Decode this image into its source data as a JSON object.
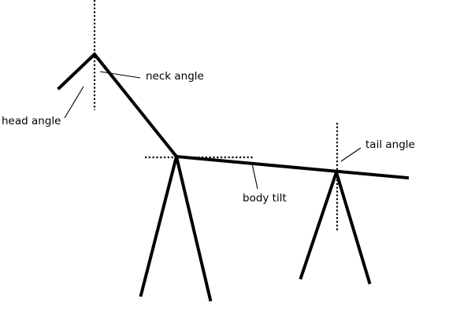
{
  "labels": {
    "neck_angle": "neck angle",
    "head_angle": "head angle",
    "tail_angle": "tail angle",
    "body_tilt": "body tilt"
  },
  "colors": {
    "background": "#ffffff",
    "stroke": "#000000"
  }
}
